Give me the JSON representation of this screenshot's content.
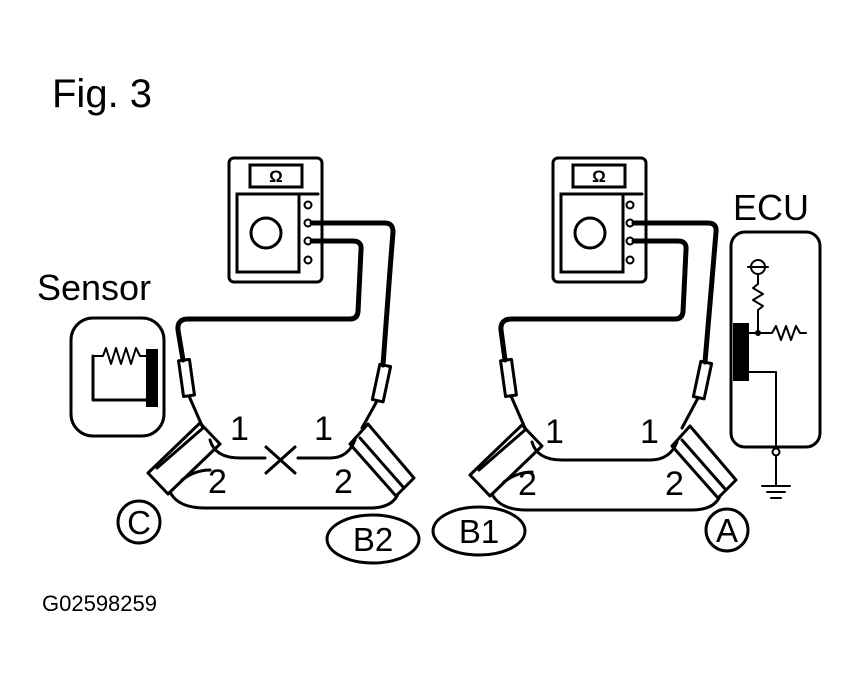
{
  "figure": {
    "title": "Fig. 3",
    "code": "G02598259"
  },
  "labels": {
    "sensor": "Sensor",
    "ecu": "ECU"
  },
  "meters": {
    "symbol": "Ω"
  },
  "connectors": {
    "c": "C",
    "b2": "B2",
    "b1": "B1",
    "a": "A"
  },
  "pins": {
    "one": "1",
    "two": "2"
  }
}
